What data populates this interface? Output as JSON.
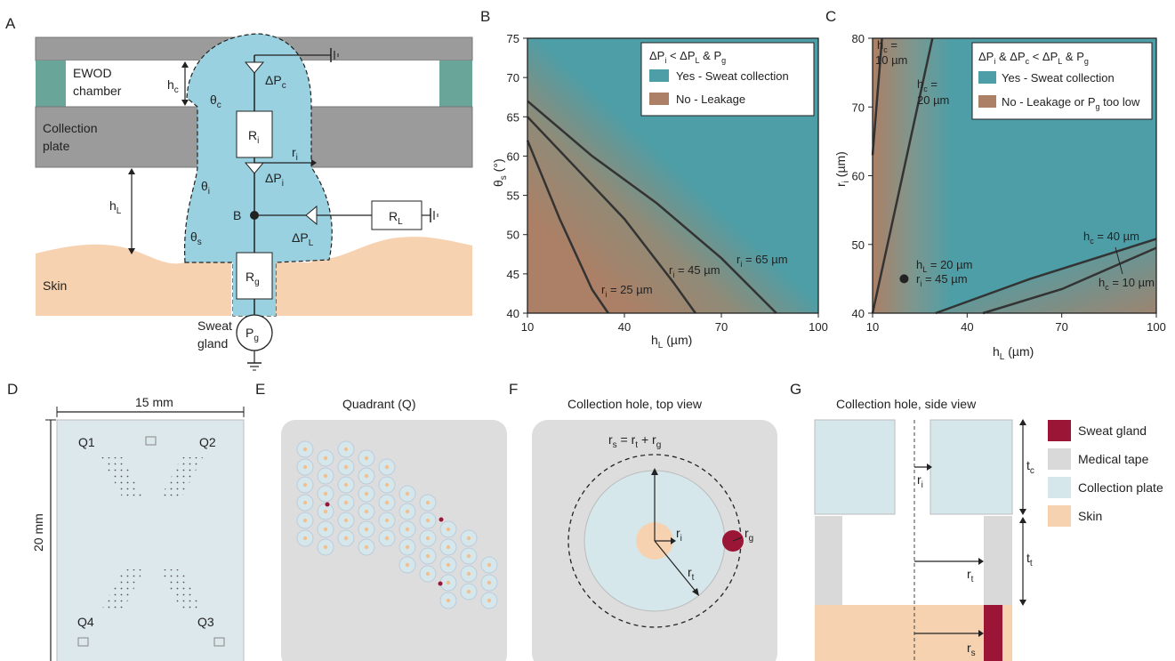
{
  "colors": {
    "teal": "#4d9ea7",
    "brown": "#ab8066",
    "sky": "#9ad1e0",
    "plate_gray": "#9b9b9b",
    "skin": "#f6d2b0",
    "sweat_gland": "#9b1537",
    "medical_tape": "#d9d9d9",
    "collection_plate": "#d6e7ec",
    "ewod": "#6aa59a"
  },
  "panelA": {
    "label": "A",
    "ewod_chamber": "EWOD chamber",
    "collection_plate": "Collection plate",
    "skin": "Skin",
    "sweat_gland": "Sweat gland",
    "h_c": "h_c",
    "h_L": "h_L",
    "theta_c": "θ_c",
    "theta_i": "θ_i",
    "theta_s": "θ_s",
    "dP_c": "ΔP_c",
    "dP_i": "ΔP_i",
    "dP_L": "ΔP_L",
    "R_i": "R_i",
    "R_g": "R_g",
    "R_L": "R_L",
    "P_g": "P_g",
    "r_i": "r_i",
    "node_B": "B"
  },
  "panelB": {
    "label": "B",
    "legend_title": "ΔP_i < ΔP_L & P_g",
    "legend_yes": "Yes - Sweat collection",
    "legend_no": "No - Leakage"
  },
  "panelC": {
    "label": "C",
    "legend_title": "ΔP_i & ΔP_c < ΔP_L & P_g",
    "legend_yes": "Yes - Sweat collection",
    "legend_no": "No - Leakage or P_g too low"
  },
  "chart_data": [
    {
      "type": "area",
      "panel": "B",
      "xlabel": "h_L (µm)",
      "ylabel": "θ_s (°)",
      "xlim": [
        10,
        100
      ],
      "ylim": [
        40,
        75
      ],
      "xticks": [
        10,
        40,
        70,
        100
      ],
      "yticks": [
        40,
        45,
        50,
        55,
        60,
        65,
        70,
        75
      ],
      "series": [
        {
          "name": "r_i = 25 µm",
          "x": [
            10,
            20,
            30,
            35
          ],
          "y": [
            62,
            52,
            43,
            40
          ]
        },
        {
          "name": "r_i = 45 µm",
          "x": [
            10,
            25,
            40,
            55,
            62
          ],
          "y": [
            65,
            58.5,
            52,
            44,
            40
          ]
        },
        {
          "name": "r_i = 65 µm",
          "x": [
            10,
            30,
            50,
            70,
            87
          ],
          "y": [
            67,
            60,
            54,
            47,
            40
          ]
        }
      ]
    },
    {
      "type": "area",
      "panel": "C",
      "xlabel": "h_L (µm)",
      "ylabel": "r_i (µm)",
      "xlim": [
        10,
        100
      ],
      "ylim": [
        40,
        80
      ],
      "xticks": [
        10,
        40,
        70,
        100
      ],
      "yticks": [
        40,
        50,
        60,
        70,
        80
      ],
      "series": [
        {
          "name": "h_c = 10 µm",
          "x": [
            10,
            13
          ],
          "y": [
            63,
            80
          ]
        },
        {
          "name": "h_c = 20 µm",
          "x": [
            10,
            29
          ],
          "y": [
            40,
            80
          ]
        },
        {
          "name": "h_c = 10 µm (bottom)",
          "x": [
            45,
            70,
            100
          ],
          "y": [
            40,
            43.5,
            49.5
          ]
        },
        {
          "name": "h_c = 40 µm",
          "x": [
            30,
            60,
            100
          ],
          "y": [
            40,
            45,
            50.8
          ]
        }
      ],
      "point": {
        "x": 20,
        "y": 45,
        "label1": "h_L = 20 µm",
        "label2": "r_i = 45 µm"
      }
    }
  ],
  "panelD": {
    "label": "D",
    "width": "15 mm",
    "height": "20 mm",
    "quadrants": [
      "Q1",
      "Q2",
      "Q3",
      "Q4"
    ]
  },
  "panelE": {
    "label": "E",
    "title": "Quadrant (Q)"
  },
  "panelF": {
    "label": "F",
    "title": "Collection hole, top view",
    "formula": "r_s = r_t + r_g",
    "r_i": "r_i",
    "r_t": "r_t",
    "r_g": "r_g"
  },
  "panelG": {
    "label": "G",
    "title": "Collection hole, side view",
    "legend": [
      "Sweat gland",
      "Medical tape",
      "Collection plate",
      "Skin"
    ],
    "t_c": "t_c",
    "t_t": "t_t",
    "r_i": "r_i",
    "r_t": "r_t",
    "r_s": "r_s"
  }
}
